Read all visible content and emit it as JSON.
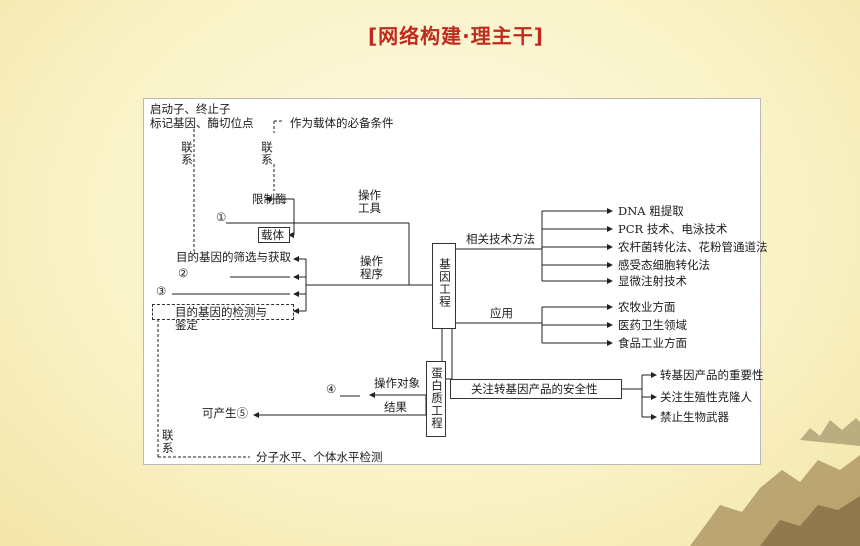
{
  "title": "[网络构建·理主干]",
  "diagram": {
    "core_gene": "基因工程",
    "core_protein": "蛋白质工程",
    "left": {
      "promoter": "启动子、终止子",
      "marker": "标记基因、酶切位点",
      "vector_condition": "作为载体的必备条件",
      "link1": "联系",
      "link2": "联系",
      "link3": "联系",
      "enzyme": "限制酶",
      "vector": "载体",
      "blank1": "①",
      "screening": "目的基因的筛选与获取",
      "blank2": "②",
      "blank3": "③",
      "detection": "目的基因的检测与鉴定",
      "tools_label": "操作工具",
      "program_label": "操作程序",
      "molecular": "分子水平、个体水平检测"
    },
    "right": {
      "tech_label": "相关技术方法",
      "tech_items": [
        "DNA 粗提取",
        "PCR 技术、电泳技术",
        "农杆菌转化法、花粉管通道法",
        "感受态细胞转化法",
        "显微注射技术"
      ],
      "app_label": "应用",
      "app_items": [
        "农牧业方面",
        "医药卫生领域",
        "食品工业方面"
      ],
      "safety": "关注转基因产品的安全性",
      "safety_items": [
        "转基因产品的重要性",
        "关注生殖性克隆人",
        "禁止生物武器"
      ]
    },
    "bottom": {
      "blank4": "④",
      "object_label": "操作对象",
      "result_label": "结果",
      "can_produce": "可产生⑤"
    }
  }
}
